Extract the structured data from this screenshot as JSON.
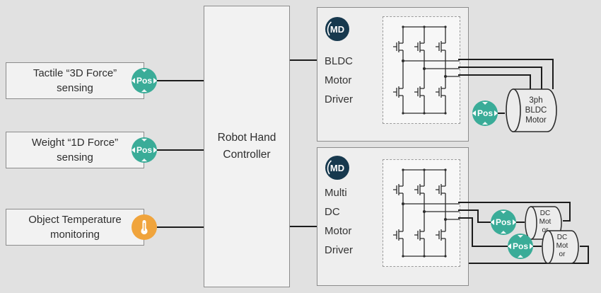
{
  "colors": {
    "background": "#e1e1e1",
    "box_fill": "#f2f2f2",
    "box_border": "#8c8c8c",
    "wire": "#1c1c1c",
    "pos_badge": "#3aac98",
    "temp_badge": "#f0a43c",
    "md_logo": "#17394e"
  },
  "sensors": [
    {
      "line1": "Tactile “3D Force”",
      "line2": "sensing",
      "badge": "Pos",
      "badge_icon": "position-icon"
    },
    {
      "line1": "Weight “1D Force”",
      "line2": "sensing",
      "badge": "Pos",
      "badge_icon": "position-icon"
    },
    {
      "line1": "Object Temperature",
      "line2": "monitoring",
      "badge": "",
      "badge_icon": "thermometer-icon"
    }
  ],
  "controller": {
    "line1": "Robot Hand",
    "line2": "Controller"
  },
  "drivers": {
    "top": {
      "logo": "MD",
      "lines": [
        "BLDC",
        "Motor",
        "Driver"
      ]
    },
    "bottom": {
      "logo": "MD",
      "lines": [
        "Multi",
        "DC",
        "Motor",
        "Driver"
      ]
    }
  },
  "motors": {
    "bldc": {
      "lines": [
        "3ph",
        "BLDC",
        "Motor"
      ],
      "badge": "Pos"
    },
    "dc1": {
      "lines": [
        "DC",
        "Mot",
        "or"
      ],
      "badge": "Pos"
    },
    "dc2": {
      "lines": [
        "DC",
        "Mot",
        "or"
      ],
      "badge": "Pos"
    }
  }
}
